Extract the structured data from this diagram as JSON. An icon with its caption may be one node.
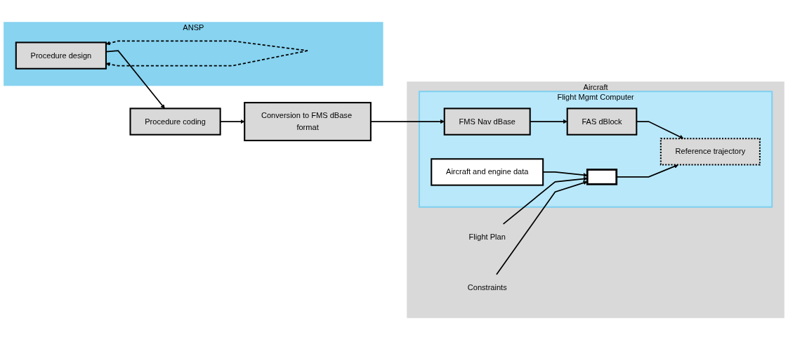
{
  "diagram": {
    "nodes": [
      {
        "text": [
          "ANSP"
        ]
      },
      {
        "text": [
          "Procedure design"
        ],
        "in": 0
      },
      {
        "text": [
          "Procedure coding"
        ]
      },
      {
        "text": [
          "Conversion to FMS dBase format"
        ]
      },
      {
        "text": [
          "Aircraft"
        ]
      },
      {
        "text": [
          "Flight Mgmt Computer"
        ],
        "in": 4
      },
      {
        "text": [
          "FMS Nav dBase"
        ],
        "in": 5
      },
      {
        "text": [
          "Aircraft and engine data"
        ],
        "in": 5
      },
      {
        "text": [
          "FAS dBlock"
        ],
        "in": 5
      },
      {
        "text": [],
        "shape": "box",
        "in": 5
      },
      {
        "text": [
          "Reference trajectory"
        ],
        "in": 5
      },
      {
        "text": [
          "Flight Plan"
        ],
        "in": 4
      },
      {
        "text": [
          "Constraints"
        ],
        "in": 4
      }
    ],
    "edges": [
      {
        "from": 1,
        "to": 1,
        "arrow": "both",
        "style": "dashed"
      },
      {
        "from": 1,
        "to": 2,
        "arrow": "to"
      },
      {
        "from": 2,
        "to": 3,
        "arrow": "to"
      },
      {
        "from": 3,
        "to": 6,
        "arrow": "to"
      },
      {
        "from": 6,
        "to": 8,
        "arrow": "to"
      },
      {
        "from": 7,
        "to": 9,
        "arrow": "to"
      },
      {
        "from": 11,
        "to": 9,
        "arrow": "to"
      },
      {
        "from": 12,
        "to": 9,
        "arrow": "to"
      },
      {
        "from": 9,
        "to": 10,
        "arrow": "to"
      },
      {
        "from": 8,
        "to": 10,
        "arrow": "to"
      }
    ]
  }
}
